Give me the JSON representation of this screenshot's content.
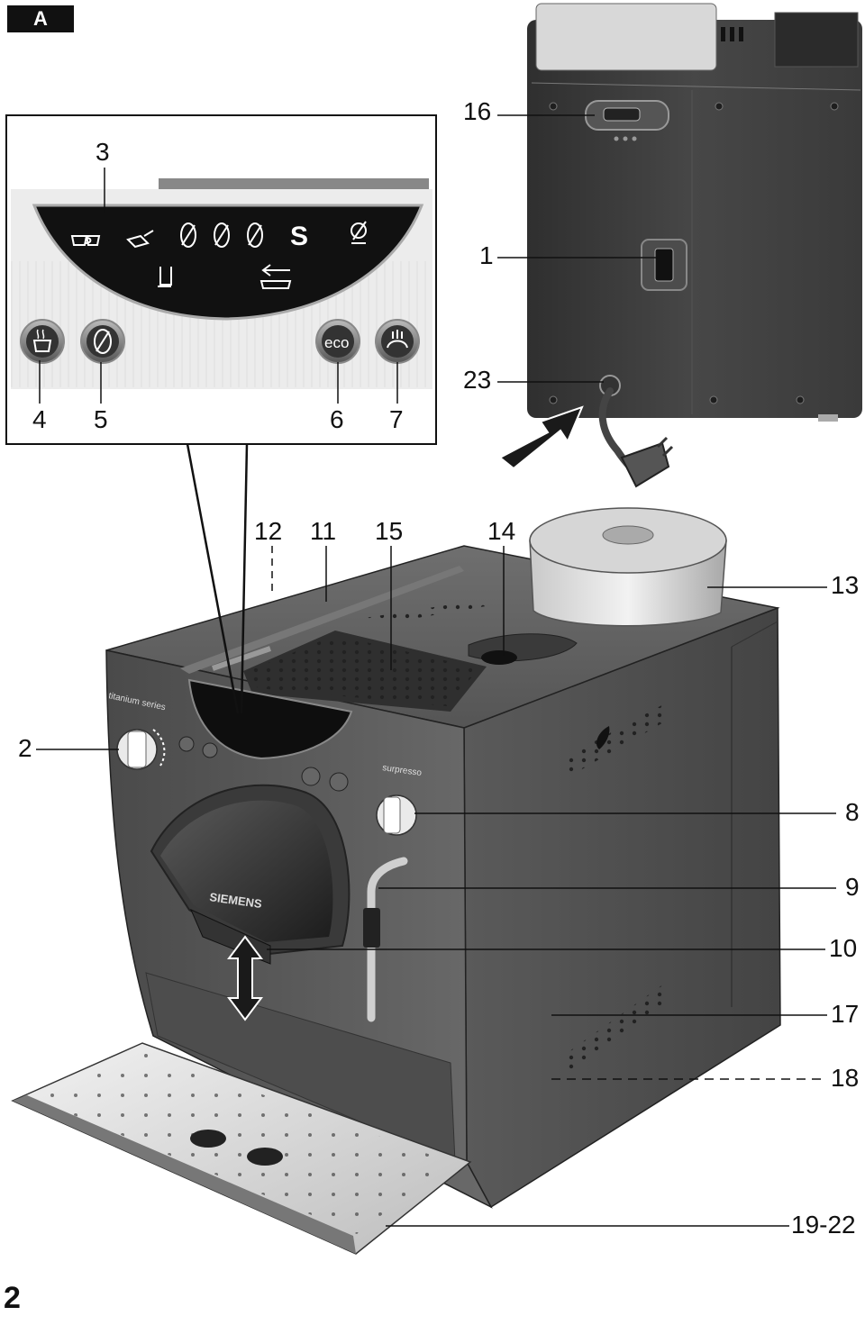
{
  "section_badge": "A",
  "page_number": "2",
  "brand": "SIEMENS",
  "series_label": "titanium series",
  "mode_label": "surpresso",
  "panel_s_label": "S",
  "eco_label": "eco",
  "callouts": {
    "c1": "1",
    "c2": "2",
    "c3": "3",
    "c4": "4",
    "c5": "5",
    "c6": "6",
    "c7": "7",
    "c8": "8",
    "c9": "9",
    "c10": "10",
    "c11": "11",
    "c12": "12",
    "c13": "13",
    "c14": "14",
    "c15": "15",
    "c16": "16",
    "c17": "17",
    "c18": "18",
    "c19": "19-22",
    "c23": "23"
  }
}
